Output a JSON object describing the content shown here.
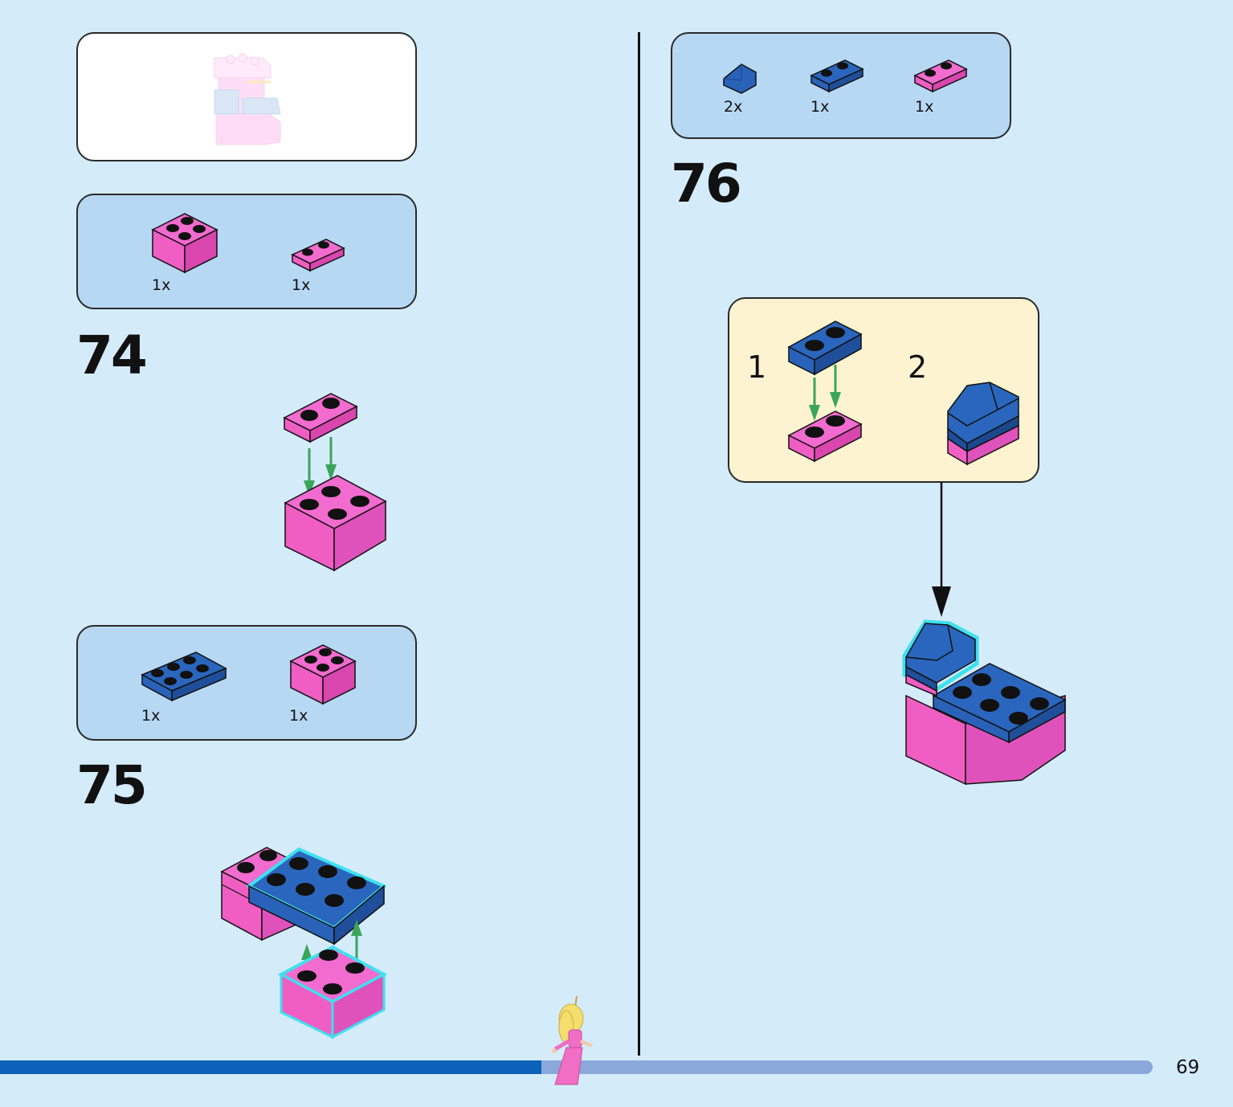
{
  "page": {
    "number": "69"
  },
  "colors": {
    "pink": "#f05ec4",
    "blue": "#2963b9",
    "green": "#3aa55a",
    "highlight": "#3ee0ee",
    "progress_done": "#0b62b8",
    "progress_todo": "#8aa9da"
  },
  "progress": {
    "fraction": 0.47
  },
  "steps": [
    {
      "number": "74",
      "parts": [
        {
          "qty": "1x",
          "icon": "pink-brick-2x2-icon"
        },
        {
          "qty": "1x",
          "icon": "pink-plate-1x2-icon"
        }
      ]
    },
    {
      "number": "75",
      "parts": [
        {
          "qty": "1x",
          "icon": "blue-plate-2x3-icon"
        },
        {
          "qty": "1x",
          "icon": "pink-brick-2x2-icon"
        }
      ]
    },
    {
      "number": "76",
      "parts": [
        {
          "qty": "2x",
          "icon": "blue-slope-icon"
        },
        {
          "qty": "1x",
          "icon": "blue-plate-1x2-icon"
        },
        {
          "qty": "1x",
          "icon": "pink-plate-1x2-icon"
        }
      ],
      "substeps": [
        {
          "number": "1"
        },
        {
          "number": "2"
        }
      ]
    }
  ]
}
